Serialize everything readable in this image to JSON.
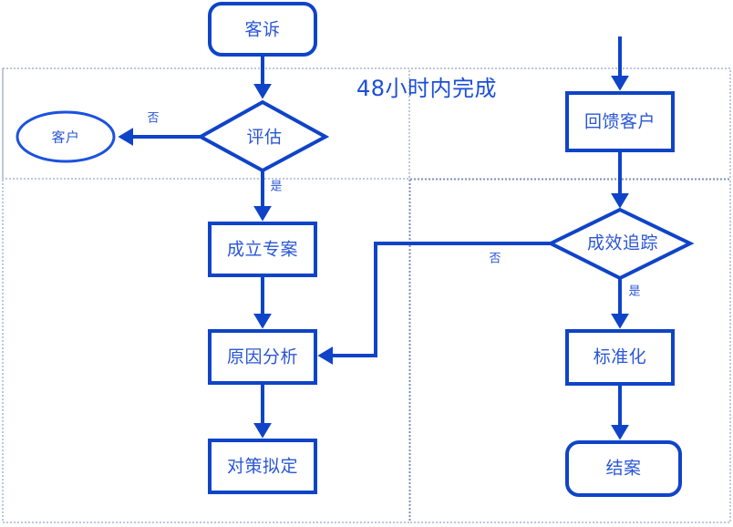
{
  "diagram": {
    "title_text": "48小时内完成",
    "stroke_color": "#0f44c8",
    "text_color": "#2a56d6",
    "group_border_color": "#7d8fb5",
    "background": "#ffffff"
  },
  "groups": [
    {
      "id": "group-48h",
      "label": "48小时内完成"
    },
    {
      "id": "group-followup",
      "label": ""
    }
  ],
  "nodes": {
    "complaint": {
      "label": "客诉",
      "shape": "rounded-rect"
    },
    "evaluate": {
      "label": "评估",
      "shape": "diamond"
    },
    "customer": {
      "label": "客户",
      "shape": "ellipse"
    },
    "setup_case": {
      "label": "成立专案",
      "shape": "rect"
    },
    "cause_analysis": {
      "label": "原因分析",
      "shape": "rect"
    },
    "countermeasure": {
      "label": "对策拟定",
      "shape": "rect"
    },
    "feedback_customer": {
      "label": "回馈客户",
      "shape": "rect"
    },
    "effect_tracking": {
      "label": "成效追踪",
      "shape": "diamond"
    },
    "standardize": {
      "label": "标准化",
      "shape": "rect"
    },
    "close_case": {
      "label": "结案",
      "shape": "rounded-rect"
    }
  },
  "edge_labels": {
    "evaluate_no": "否",
    "evaluate_yes": "是",
    "tracking_no": "否",
    "tracking_yes": "是"
  }
}
